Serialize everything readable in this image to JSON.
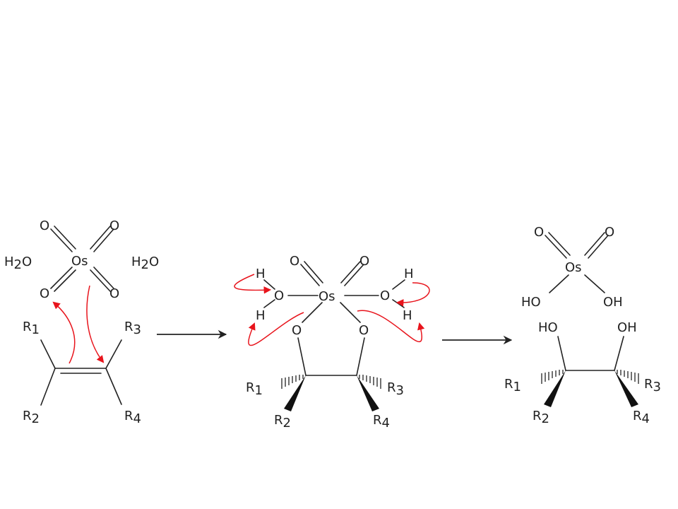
{
  "scheme": {
    "reactant": {
      "water_left": {
        "base": "H",
        "sub": "2",
        "tail": "O"
      },
      "water_right": {
        "base": "H",
        "sub": "2",
        "tail": "O"
      },
      "osmium": "Os",
      "oxygens": [
        "O",
        "O",
        "O",
        "O"
      ],
      "alkene_groups": [
        {
          "base": "R",
          "sub": "1"
        },
        {
          "base": "R",
          "sub": "2"
        },
        {
          "base": "R",
          "sub": "3"
        },
        {
          "base": "R",
          "sub": "4"
        }
      ]
    },
    "intermediate": {
      "osmium": "Os",
      "oxo_oxygens": [
        "O",
        "O"
      ],
      "hydroxyl_oxygens": [
        "O",
        "O"
      ],
      "hydrogens": [
        "H",
        "H",
        "H",
        "H"
      ],
      "ring_oxygens": [
        "O",
        "O"
      ],
      "groups": [
        {
          "base": "R",
          "sub": "1"
        },
        {
          "base": "R",
          "sub": "2"
        },
        {
          "base": "R",
          "sub": "3"
        },
        {
          "base": "R",
          "sub": "4"
        }
      ]
    },
    "products": {
      "osmium": "Os",
      "oxo_oxygens": [
        "O",
        "O"
      ],
      "hydroxyls": [
        "HO",
        "OH"
      ],
      "diol_hydroxyls": [
        "HO",
        "OH"
      ],
      "groups": [
        {
          "base": "R",
          "sub": "1"
        },
        {
          "base": "R",
          "sub": "2"
        },
        {
          "base": "R",
          "sub": "3"
        },
        {
          "base": "R",
          "sub": "4"
        }
      ]
    },
    "colors": {
      "bonds": "#222222",
      "electron_arrows": "#e8141c"
    }
  }
}
